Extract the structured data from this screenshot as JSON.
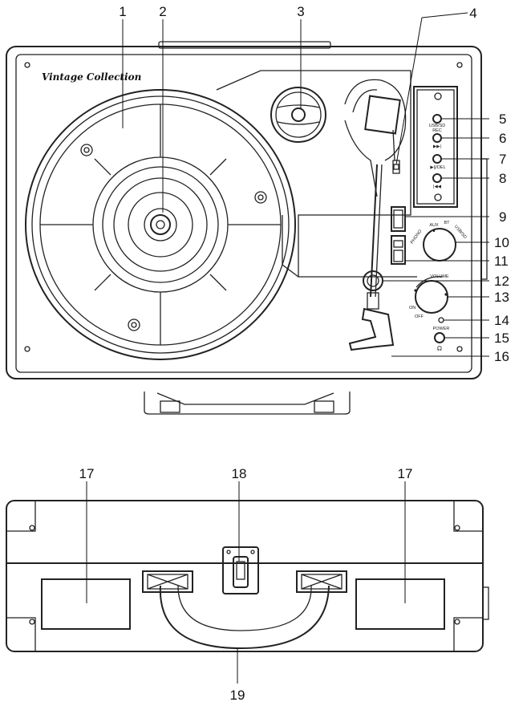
{
  "brand": "Vintage Collection",
  "callouts": {
    "c1": "1",
    "c2": "2",
    "c3": "3",
    "c4": "4",
    "c5": "5",
    "c6": "6",
    "c7": "7",
    "c8": "8",
    "c9": "9",
    "c10": "10",
    "c11": "11",
    "c12": "12",
    "c13": "13",
    "c14": "14",
    "c15": "15",
    "c16": "16",
    "c17a": "17",
    "c17b": "17",
    "c18": "18",
    "c19": "19"
  },
  "buttons": {
    "usb_sd_rec": "USB/SD\nREC",
    "next": "▶▶|",
    "play_del": "▶||/DEL",
    "prev": "|◀◀"
  },
  "selector": {
    "phono": "PHONO",
    "aux": "AUX",
    "bt": "BT",
    "usb_sd": "USB/SD"
  },
  "volume": {
    "label": "VOLUME",
    "on": "ON",
    "off": "OFF"
  },
  "power_label": "POWER"
}
